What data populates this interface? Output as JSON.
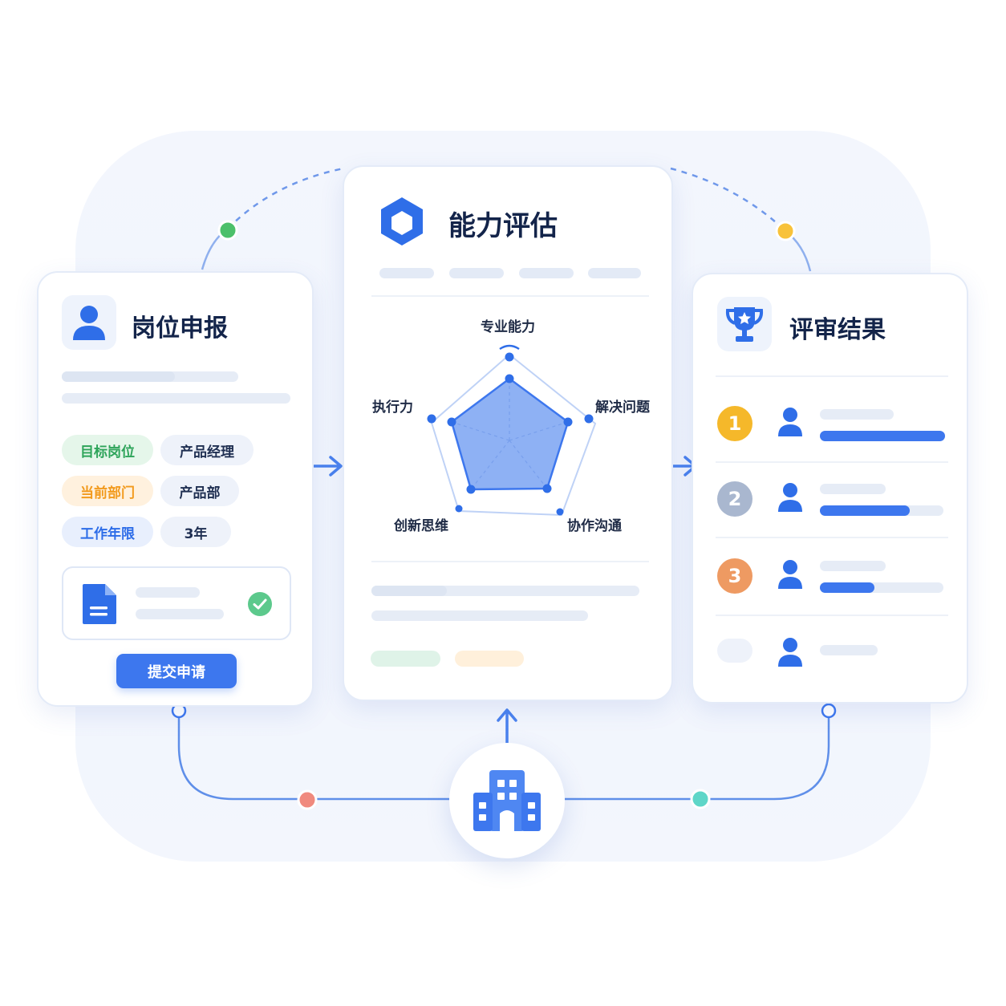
{
  "left_card": {
    "title": "岗位申报",
    "icon": "user-icon",
    "fields": [
      {
        "label": "目标岗位",
        "value": "产品经理",
        "color": "#2ea45a"
      },
      {
        "label": "当前部门",
        "value": "产品部",
        "color": "#f29a1d"
      },
      {
        "label": "工作年限",
        "value": "3年",
        "color": "#2c6ce8"
      }
    ],
    "file_icon": "document-icon",
    "file_status_icon": "check-circle-icon",
    "submit_label": "提交申请"
  },
  "center_card": {
    "title": "能力评估",
    "icon": "hexagon-icon",
    "radar": {
      "axes": [
        "专业能力",
        "解决问题",
        "协作沟通",
        "创新思维",
        "执行力"
      ]
    }
  },
  "right_card": {
    "title": "评审结果",
    "icon": "trophy-icon",
    "ranks": [
      {
        "rank": "1",
        "medal_color": "#f5b82a",
        "progress": 1.0
      },
      {
        "rank": "2",
        "medal_color": "#a9b7cf",
        "progress": 0.73
      },
      {
        "rank": "3",
        "medal_color": "#ee9a62",
        "progress": 0.44
      },
      {
        "rank": "",
        "medal_color": "#eef2fa",
        "progress": null
      }
    ]
  },
  "hub": {
    "icon": "building-icon"
  },
  "colors": {
    "accent": "#3d77ee",
    "node_green": "#4cc06a",
    "node_yellow": "#f8c23a",
    "node_red": "#f08a7e",
    "node_teal": "#5fd6c8"
  }
}
